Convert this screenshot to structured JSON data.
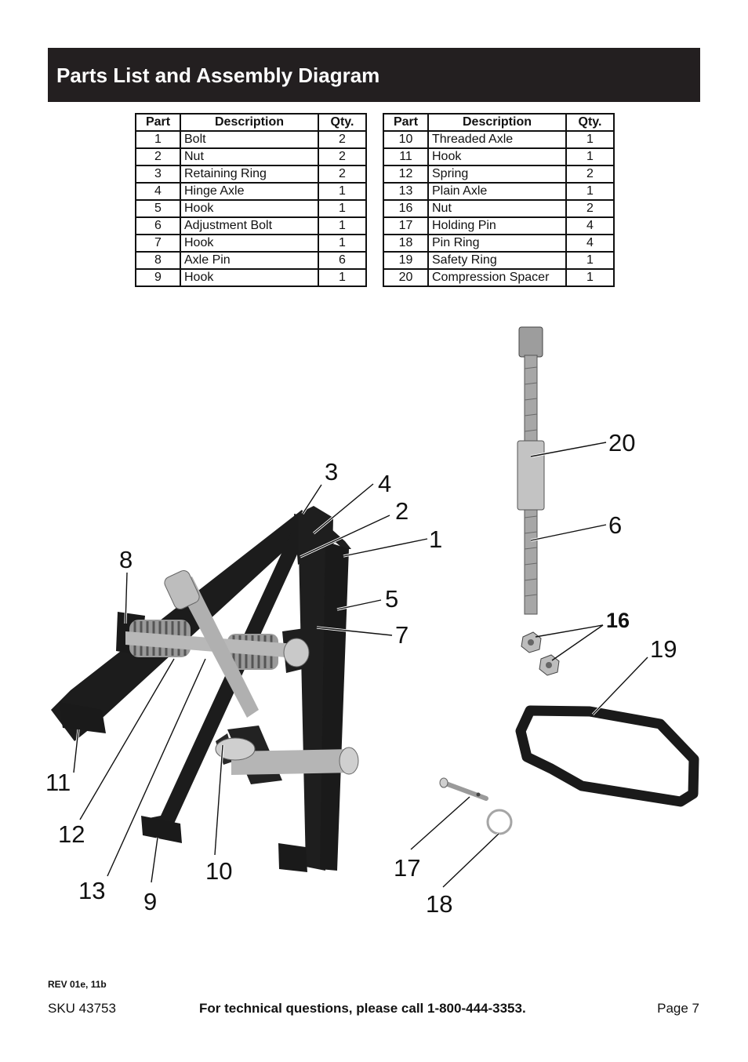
{
  "header": {
    "title": "Parts List and Assembly Diagram"
  },
  "table_headers": {
    "part": "Part",
    "description": "Description",
    "qty": "Qty."
  },
  "parts_left": [
    {
      "part": "1",
      "description": "Bolt",
      "qty": "2"
    },
    {
      "part": "2",
      "description": "Nut",
      "qty": "2"
    },
    {
      "part": "3",
      "description": "Retaining Ring",
      "qty": "2"
    },
    {
      "part": "4",
      "description": "Hinge Axle",
      "qty": "1"
    },
    {
      "part": "5",
      "description": "Hook",
      "qty": "1"
    },
    {
      "part": "6",
      "description": "Adjustment Bolt",
      "qty": "1"
    },
    {
      "part": "7",
      "description": "Hook",
      "qty": "1"
    },
    {
      "part": "8",
      "description": "Axle Pin",
      "qty": "6"
    },
    {
      "part": "9",
      "description": "Hook",
      "qty": "1"
    }
  ],
  "parts_right": [
    {
      "part": "10",
      "description": "Threaded Axle",
      "qty": "1"
    },
    {
      "part": "11",
      "description": "Hook",
      "qty": "1"
    },
    {
      "part": "12",
      "description": "Spring",
      "qty": "2"
    },
    {
      "part": "13",
      "description": "Plain Axle",
      "qty": "1"
    },
    {
      "part": "16",
      "description": "Nut",
      "qty": "2"
    },
    {
      "part": "17",
      "description": "Holding Pin",
      "qty": "4"
    },
    {
      "part": "18",
      "description": "Pin Ring",
      "qty": "4"
    },
    {
      "part": "19",
      "description": "Safety Ring",
      "qty": "1"
    },
    {
      "part": "20",
      "description": "Compression Spacer",
      "qty": "1"
    }
  ],
  "callouts": {
    "c1": "1",
    "c2": "2",
    "c3": "3",
    "c4": "4",
    "c5": "5",
    "c6": "6",
    "c7": "7",
    "c8": "8",
    "c9": "9",
    "c10": "10",
    "c11": "11",
    "c12": "12",
    "c13": "13",
    "c16": "16",
    "c17": "17",
    "c18": "18",
    "c19": "19",
    "c20": "20"
  },
  "footer": {
    "revision": "REV 01e, 11b",
    "sku": "SKU 43753",
    "tech_support": "For technical questions, please call 1-800-444-3353.",
    "page": "Page 7"
  },
  "colors": {
    "header_bg": "#231f20",
    "header_text": "#ffffff",
    "ink": "#111111"
  }
}
